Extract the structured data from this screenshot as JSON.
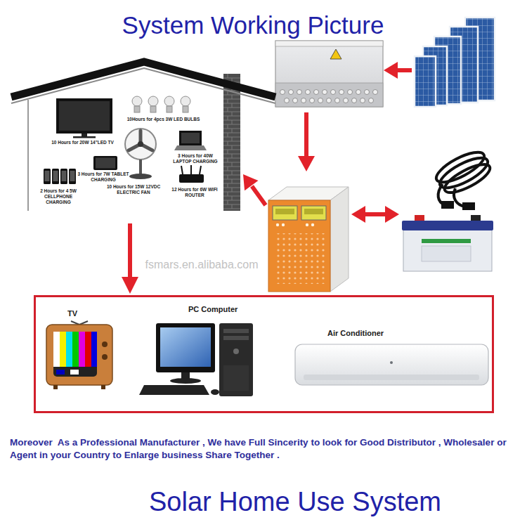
{
  "diagram": {
    "title": "System Working Picture",
    "caption": "Solar Home Use System",
    "nodes": [
      {
        "text": [
          "10Hours for 4pcs 3W LED BULBS",
          "10 Hours for 20W 14\"LED TV",
          "3 Hours for 40W LAPTOP CHARGING",
          "3 Hours for 7W TABLET CHARGING",
          "2 Hours for 4 5W CELLPHONE CHARGING",
          "10 Hours for 15W 12VDC ELECTRIC FAN",
          "12 Hours for 6W WIFI ROUTER"
        ]
      },
      {
        "text": [
          "TV",
          "PC Computer",
          "Air Conditioner"
        ]
      }
    ],
    "edges": [
      {
        "from": 0,
        "to": 1,
        "arrow": "to"
      }
    ],
    "labels": [
      "fsmars.en.alibaba.com",
      "Moreover  As a Professional Manufacturer , We have Full Sincerity to look for Good Distributor , Wholesaler or Agent in your Country to Enlarge business Share Together ."
    ]
  }
}
